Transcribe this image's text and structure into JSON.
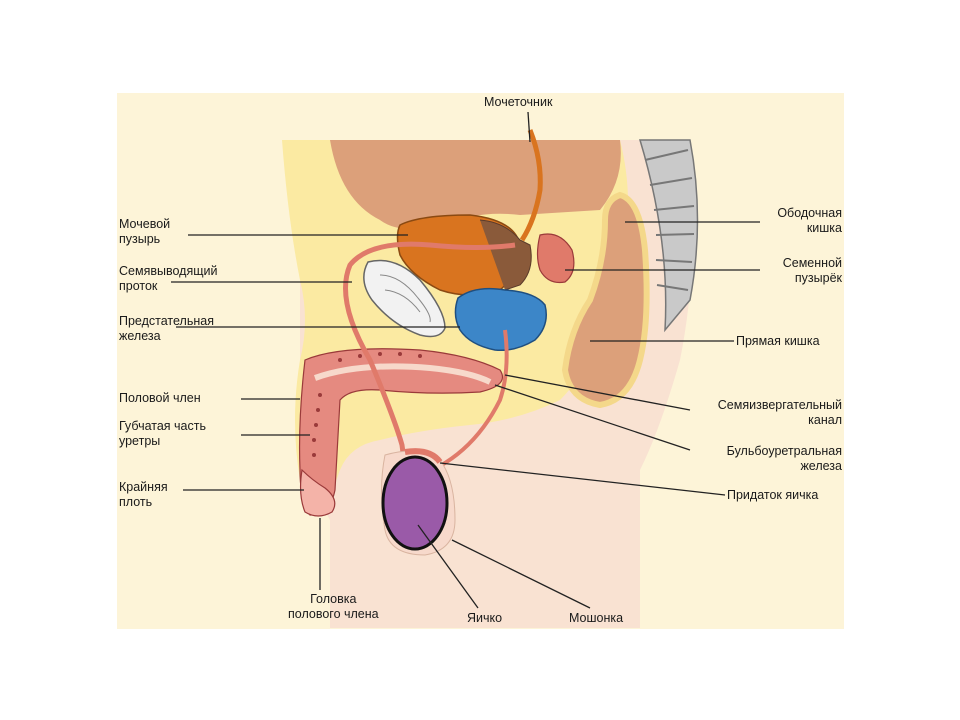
{
  "labels": {
    "ureter": "Мочеточник",
    "bladder": [
      "Мочевой",
      "пузырь"
    ],
    "vas_deferens": [
      "Семявыводящий",
      "проток"
    ],
    "prostate": [
      "Предстательная",
      "железа"
    ],
    "penis": "Половой член",
    "spongy_urethra": [
      "Губчатая часть",
      "уретры"
    ],
    "foreskin": [
      "Крайняя",
      "плоть"
    ],
    "glans": [
      "Головка",
      "полового члена"
    ],
    "testis": "Яичко",
    "scrotum": "Мошонка",
    "colon": [
      "Ободочная",
      "кишка"
    ],
    "seminal_vesicle": [
      "Семенной",
      "пузырёк"
    ],
    "rectum": "Прямая кишка",
    "ejaculatory_duct": [
      "Семяизвергательный",
      "канал"
    ],
    "bulbourethral_gland": [
      "Бульбоуретральная",
      "железа"
    ],
    "epididymis": "Придаток яичка"
  },
  "colors": {
    "background": "#fdf4d8",
    "tissue_yellow": "#fbeaa2",
    "peritoneum": "#dca07a",
    "bladder": "#d9741f",
    "prostate": "#3c86c8",
    "testis": "#9a5aa8",
    "ducts": "#e07a6a",
    "skin": "#f7d9cb"
  }
}
